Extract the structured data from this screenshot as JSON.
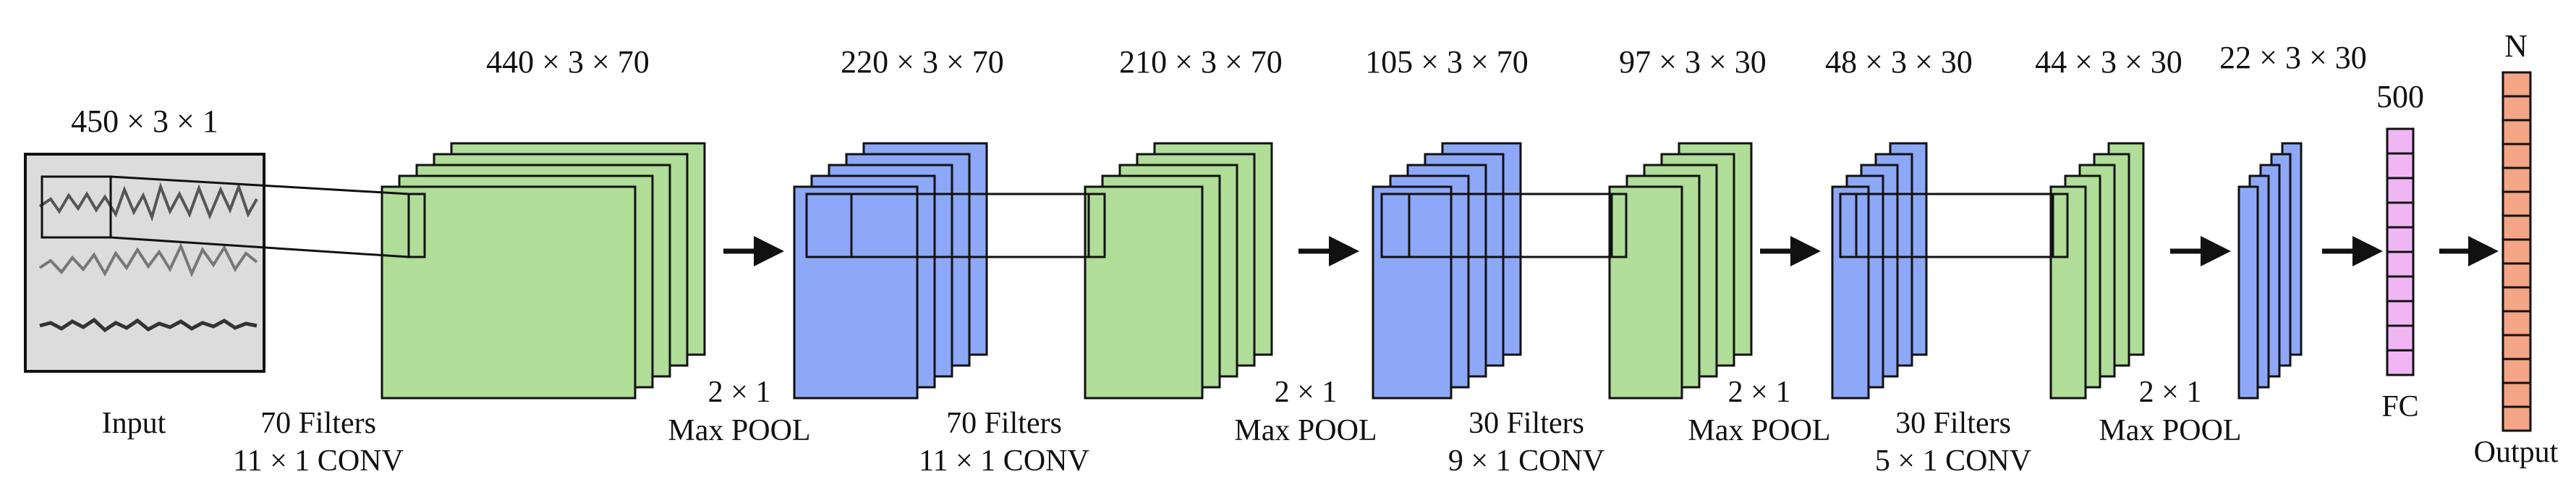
{
  "input": {
    "dim": "450 × 3 × 1",
    "label": "Input"
  },
  "layers": [
    {
      "id": "conv1",
      "dim": "440 × 3 × 70",
      "op1": "70 Filters",
      "op2": "11 × 1 CONV"
    },
    {
      "id": "pool1",
      "dim": "220 × 3 × 70",
      "op1": "2 × 1",
      "op2": "Max POOL"
    },
    {
      "id": "conv2",
      "dim": "210 × 3 × 70",
      "op1": "70 Filters",
      "op2": "11 × 1 CONV"
    },
    {
      "id": "pool2",
      "dim": "105 × 3 × 70",
      "op1": "2 × 1",
      "op2": "Max POOL"
    },
    {
      "id": "conv3",
      "dim": "97 × 3 × 30",
      "op1": "30 Filters",
      "op2": "9 × 1 CONV"
    },
    {
      "id": "pool3",
      "dim": "48 × 3 × 30",
      "op1": "2 × 1",
      "op2": "Max POOL"
    },
    {
      "id": "conv4",
      "dim": "44 × 3 × 30",
      "op1": "30 Filters",
      "op2": "5 × 1 CONV"
    },
    {
      "id": "pool4",
      "dim": "22 × 3 × 30",
      "op1": "2 × 1",
      "op2": "Max POOL"
    }
  ],
  "fc": {
    "units": "500",
    "label": "FC"
  },
  "output": {
    "units": "N",
    "label": "Output"
  },
  "colors": {
    "conv": "#b0dd98",
    "pool": "#8ea8f8",
    "fc": "#f0b6f4",
    "output": "#f3a585",
    "input_bg": "#dcdcdc"
  }
}
